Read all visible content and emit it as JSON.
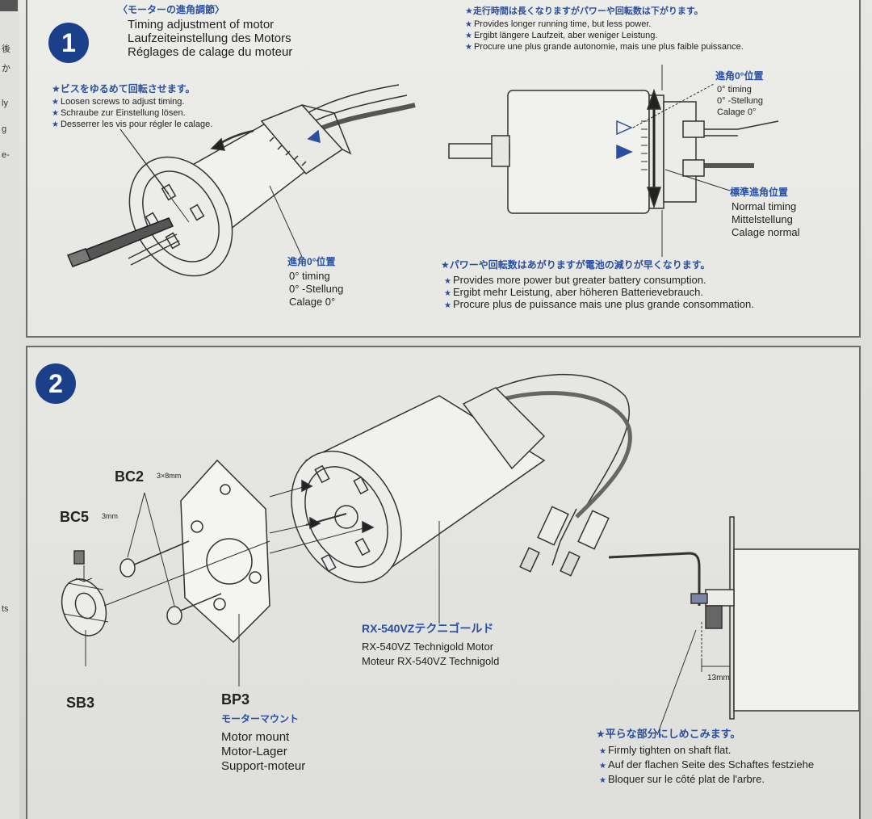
{
  "margin": {
    "texts": [
      "後",
      "か",
      "ly",
      "g",
      "e-",
      "ts"
    ]
  },
  "step1": {
    "number": "1",
    "title_jp": "〈モーターの進角調節〉",
    "title_en": "Timing adjustment of motor",
    "title_de": "Laufzeiteinstellung des Motors",
    "title_fr": "Réglages de calage du moteur",
    "screws_jp": "★ビスをゆるめて回転させます。",
    "screws_en": "Loosen screws to adjust timing.",
    "screws_de": "Schraube zur Einstellung lösen.",
    "screws_fr": "Desserrer les vis pour régler le calage.",
    "zero_jp": "進角0°位置",
    "zero_en": "0° timing",
    "zero_de": "0° -Stellung",
    "zero_fr": "Calage 0°",
    "longer_jp": "★走行時間は長くなりますがパワーや回転数は下がります。",
    "longer_en": "Provides longer running time, but less power.",
    "longer_de": "Ergibt längere Laufzeit, aber weniger Leistung.",
    "longer_fr": "Procure une plus grande autonomie, mais une plus faible puissance.",
    "zero2_jp": "進角0°位置",
    "zero2_en": "0° timing",
    "zero2_de": "0° -Stellung",
    "zero2_fr": "Calage 0°",
    "normal_jp": "標準進角位置",
    "normal_en": "Normal timing",
    "normal_de": "Mittelstellung",
    "normal_fr": "Calage normal",
    "power_jp": "★パワーや回転数はあがりますが電池の減りが早くなります。",
    "power_en": "Provides more power but greater battery consumption.",
    "power_de": "Ergibt mehr Leistung, aber höheren Batterievebrauch.",
    "power_fr": "Procure plus de puissance mais une plus grande consommation."
  },
  "step2": {
    "number": "2",
    "bc2": "BC2",
    "bc2_size": "3×8mm",
    "bc5": "BC5",
    "bc5_size": "3mm",
    "sb3": "SB3",
    "bp3": "BP3",
    "mount_jp": "モーターマウント",
    "mount_en": "Motor mount",
    "mount_de": "Motor-Lager",
    "mount_fr": "Support-moteur",
    "motor_jp": "RX-540VZテクニゴールド",
    "motor_en": "RX-540VZ Technigold Motor",
    "motor_fr": "Moteur RX-540VZ Technigold",
    "dimension": "13mm",
    "tighten_jp": "★平らな部分にしめこみます。",
    "tighten_en": "Firmly tighten on shaft flat.",
    "tighten_de": "Auf der flachen Seite des Schaftes festziehe",
    "tighten_fr": "Bloquer sur le côté plat de l'arbre."
  },
  "colors": {
    "accent_blue": "#2a4fa0",
    "badge_blue": "#1c3f8a",
    "line": "#333333"
  }
}
